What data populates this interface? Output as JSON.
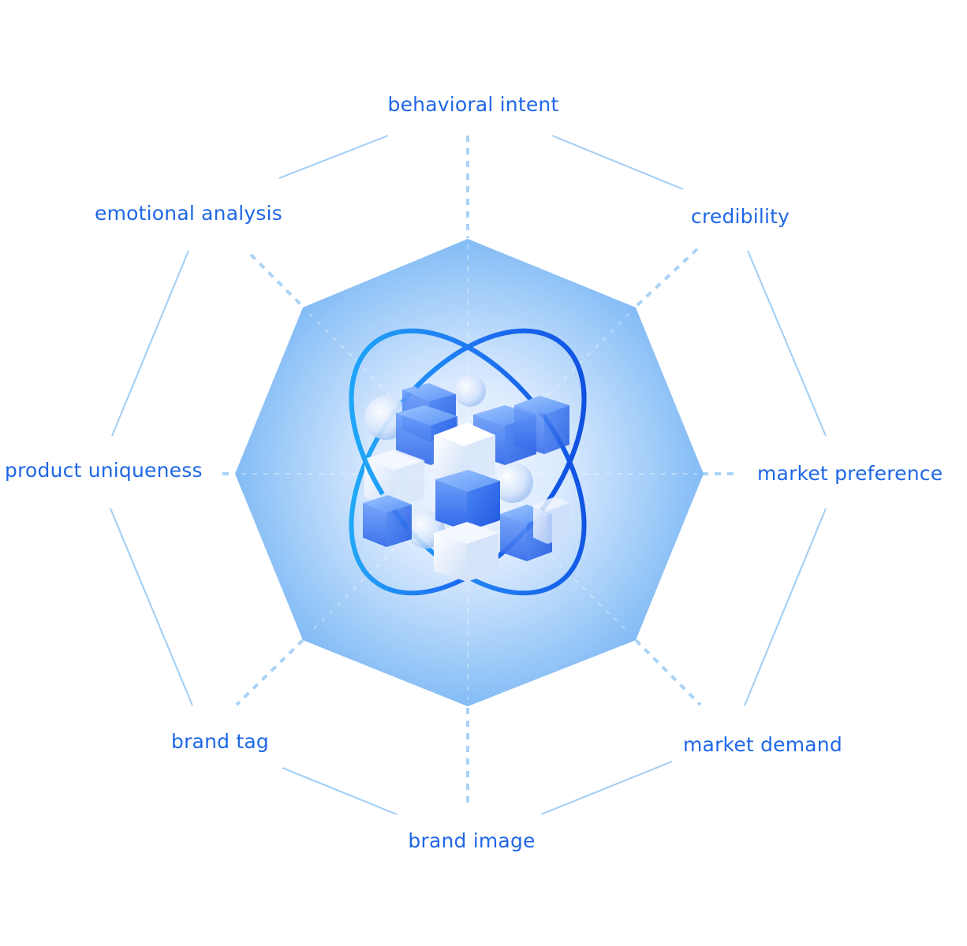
{
  "diagram": {
    "labels": {
      "top": "behavioral intent",
      "top_right": "credibility",
      "right": "market preference",
      "bottom_right": "market demand",
      "bottom": "brand image",
      "bottom_left": "brand tag",
      "left": "product uniqueness",
      "top_left": "emotional analysis"
    },
    "colors": {
      "label_text": "#1f67e6",
      "outer_lines": "#9fcdf5",
      "dashed_spokes": "#a9d3f7",
      "octagon_edge": "#6fb0f4",
      "octagon_center": "#eef6ff",
      "ring_dark": "#0a4fe0",
      "ring_light": "#22b8fb",
      "cube_blue": "#2f6ff0",
      "cube_light": "#e6f0ff"
    },
    "center_icon": "cube-with-orbits-icon"
  }
}
